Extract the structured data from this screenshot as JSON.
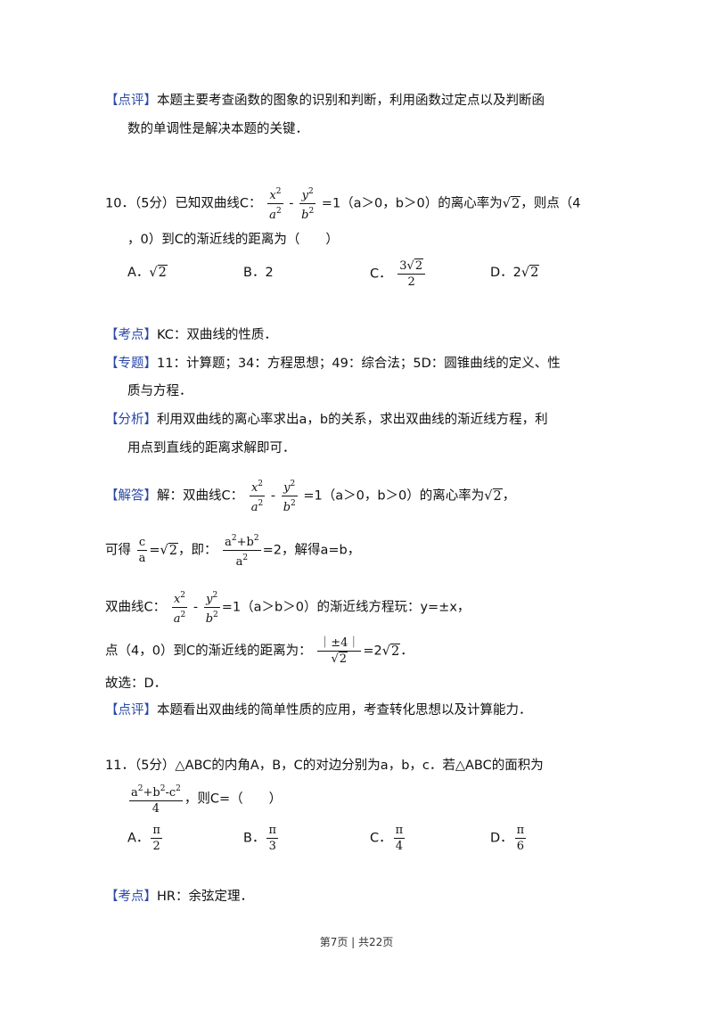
{
  "blocks": {
    "pingjia9_tag": "【点评】",
    "pingjia9_l1": "本题主要考查函数的图象的识别和判断，利用函数过定点以及判断函",
    "pingjia9_l2": "数的单调性是解决本题的关键．",
    "q10_pre": "10．（5分）已知双曲线C：",
    "q10_mid": "=1（a＞0，b＞0）的离心率为",
    "q10_post": "，则点（4",
    "q10_l2": "，0）到C的渐近线的距离为（　　）",
    "q10_optA": "A．",
    "q10_optB": "B．2",
    "q10_optC": "C．",
    "q10_optD": "D．2",
    "kaodian10_tag": "【考点】",
    "kaodian10": "KC：双曲线的性质．",
    "zhuanti10_tag": "【专题】",
    "zhuanti10_l1": "11：计算题；34：方程思想；49：综合法；5D：圆锥曲线的定义、性",
    "zhuanti10_l2": "质与方程．",
    "fenxi10_tag": "【分析】",
    "fenxi10_l1": "利用双曲线的离心率求出a，b的关系，求出双曲线的渐近线方程，利",
    "fenxi10_l2": "用点到直线的距离求解即可．",
    "jieda10_tag": "【解答】",
    "jieda10_pre": "解：双曲线C：",
    "jieda10_mid": "=1（a＞0，b＞0）的离心率为",
    "jieda10_post": "，",
    "step2_pre": "可得",
    "step2_mid": "，即：",
    "step2_post": "=2，解得a=b，",
    "step3_pre": "双曲线C：",
    "step3_post": "=1（a＞b＞0）的渐近线方程玩：y=±x，",
    "step4_pre": "点（4，0）到C的渐近线的距离为：",
    "step4_post": "=2",
    "step4_end": "．",
    "gu_xuan": "故选：D．",
    "pingjia10_tag": "【点评】",
    "pingjia10": "本题看出双曲线的简单性质的应用，考查转化思想以及计算能力．",
    "q11_l1": "11．（5分）△ABC的内角A，B，C的对边分别为a，b，c．若△ABC的面积为",
    "q11_l2": "，则C=（　　）",
    "q11_optA": "A．",
    "q11_optB": "B．",
    "q11_optC": "C．",
    "q11_optD": "D．",
    "kaodian11_tag": "【考点】",
    "kaodian11": "HR：余弦定理．"
  },
  "math": {
    "x": "x",
    "y": "y",
    "a": "a",
    "b": "b",
    "c": "c",
    "two": "2",
    "four": "4",
    "three": "3",
    "six": "6",
    "pi": "π",
    "radical": "√",
    "plus": "+",
    "minus": "-",
    "abs4": "|±4|",
    "absnum": "｜±4｜"
  },
  "footer": "第7页 | 共22页"
}
